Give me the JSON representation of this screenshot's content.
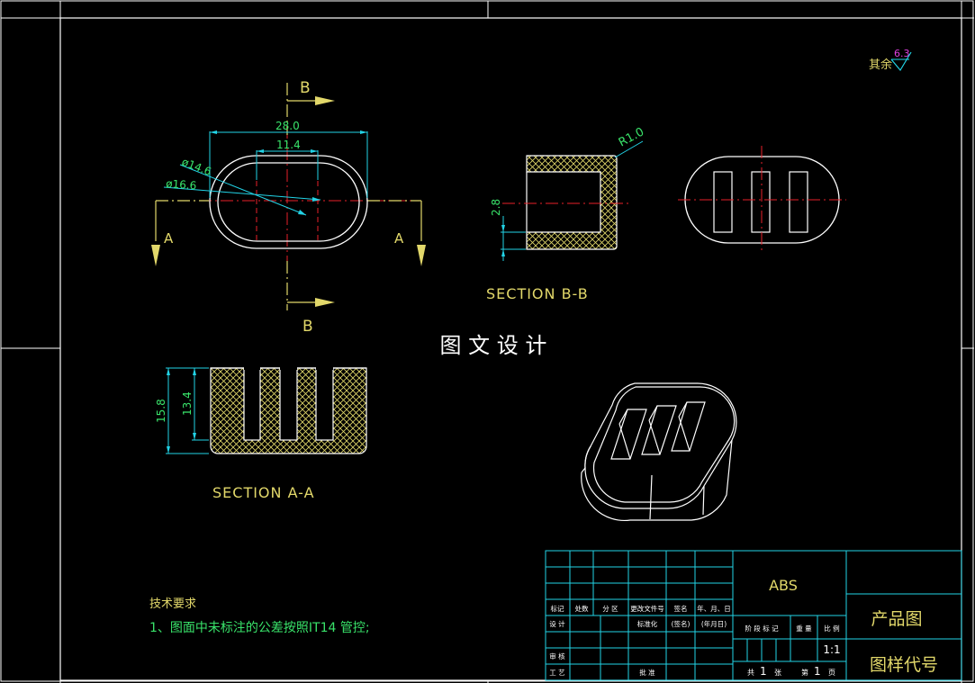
{
  "colors": {
    "background": "#000000",
    "border": "#ffffff",
    "outline": "#ffffff",
    "hatch": "#e2d86a",
    "centerline": "#e8202a",
    "dimension": "#22d3e6",
    "section_text": "#e2d86a",
    "dim_text": "#39e36a"
  },
  "surface_finish": {
    "label": "其余",
    "value": "6.3"
  },
  "plan_view": {
    "dimensions": [
      "28.0",
      "11.4",
      "ø14.6",
      "ø16.6"
    ],
    "cut_labels": {
      "top": "B",
      "bottom": "B",
      "left": "A",
      "right": "A"
    }
  },
  "section_bb": {
    "title": "SECTION B-B",
    "radius_label": "R1.0",
    "height_label": "2.8"
  },
  "section_aa": {
    "title": "SECTION A-A",
    "height_outer": "15.8",
    "height_inner": "13.4"
  },
  "watermark": "图 文 设 计",
  "tech_requirements": {
    "heading": "技术要求",
    "line1": "1、图面中未标注的公差按照IT14 管控;"
  },
  "title_block": {
    "material": "ABS",
    "part_name": "产品图",
    "drawing_number": "图样代号",
    "scale": "1:1",
    "row_headers": [
      "标记",
      "处数",
      "分 区",
      "更改文件号",
      "签名",
      "年、月、日"
    ],
    "design": "设 计",
    "standardization": "标准化",
    "signature": "(签名)",
    "date": "(年月日)",
    "review": "审 核",
    "process": "工 艺",
    "approve": "批 准",
    "stage_headers": [
      "阶 段 标 记",
      "重 量",
      "比 例"
    ],
    "total_label": "共",
    "total_sheets": "1",
    "sheet_label": "张",
    "page_label": "第",
    "page_number": "1",
    "page_suffix": "页"
  }
}
